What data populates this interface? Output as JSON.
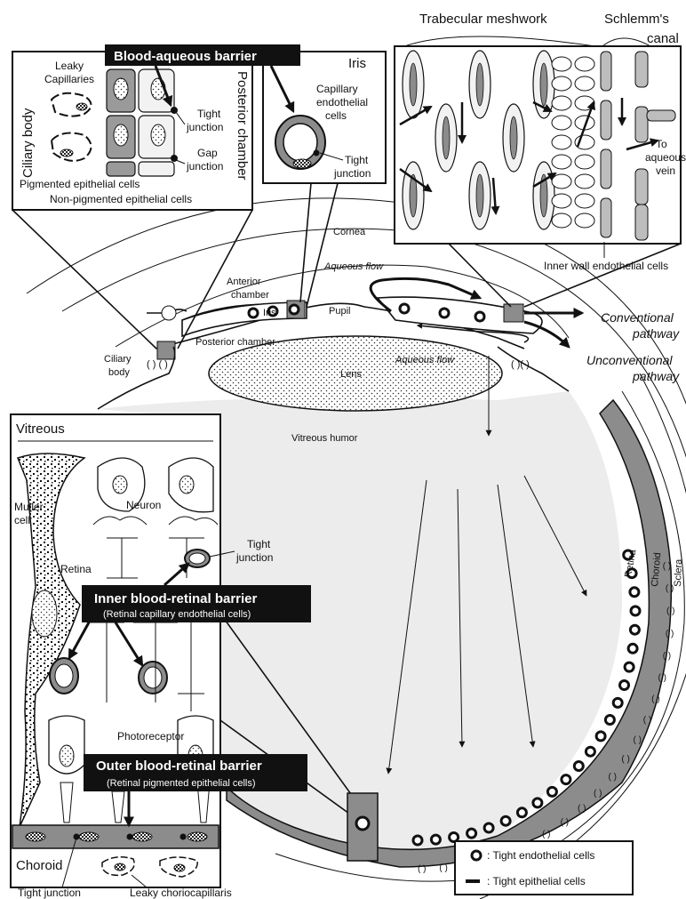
{
  "colors": {
    "banner": "#111111",
    "gray_tissue": "#8c8c8c",
    "vitreous_fill": "#ececec",
    "white": "#ffffff"
  },
  "blood_aqueous_panel": {
    "banner": "Blood-aqueous barrier",
    "ciliary_body": "Ciliary body",
    "leaky_capillaries": [
      "Leaky",
      "Capillaries"
    ],
    "posterior_chamber": "Posterior chamber",
    "tight_junction": [
      "Tight",
      "junction"
    ],
    "gap_junction": [
      "Gap",
      "junction"
    ],
    "pigmented_cells": "Pigmented epithelial cells",
    "nonpigmented_cells": "Non-pigmented epithelial cells",
    "iris": "Iris",
    "capillary_endothelial": [
      "Capillary",
      "endothelial",
      "cells"
    ],
    "iris_tight_junction": [
      "Tight",
      "junction"
    ]
  },
  "outflow_panel": {
    "trabecular": "Trabecular meshwork",
    "schlemm": [
      "Schlemm's",
      "canal"
    ],
    "to_vein": [
      "To",
      "aqueous",
      "vein"
    ],
    "inner_wall": "Inner wall endothelial cells"
  },
  "eye": {
    "cornea": "Cornea",
    "aqueous_flow_top": "Aqueous flow",
    "anterior_chamber": [
      "Anterior",
      "chamber"
    ],
    "iris": "Iris",
    "pupil": "Pupil",
    "posterior_chamber": "Posterior chamber",
    "ciliary_body": [
      "Ciliary",
      "body"
    ],
    "lens": "Lens",
    "aqueous_flow_lower": "Aqueous flow",
    "conventional": [
      "Conventional",
      "pathway"
    ],
    "unconventional": [
      "Unconventional",
      "pathway"
    ],
    "vitreous_humor": "Vitreous humor",
    "retina": "Retina",
    "choroid": "Choroid",
    "sclera": "Sclera"
  },
  "retina_panel": {
    "vitreous": "Vitreous",
    "muller": [
      "Muller",
      "cell"
    ],
    "neuron": "Neuron",
    "retina": "Retina",
    "tight_junction": [
      "Tight",
      "junction"
    ],
    "inner_banner": "Inner blood-retinal barrier",
    "inner_sub": "(Retinal capillary endothelial cells)",
    "photoreceptor": "Photoreceptor",
    "outer_banner": "Outer blood-retinal barrier",
    "outer_sub": "(Retinal pigmented epithelial cells)",
    "choroid": "Choroid",
    "tight_junction_bottom": "Tight junction",
    "leaky_choriocapillaris": "Leaky choriocapillaris"
  },
  "legend": {
    "endothelial": ": Tight endothelial cells",
    "epithelial": ": Tight epithelial cells"
  }
}
